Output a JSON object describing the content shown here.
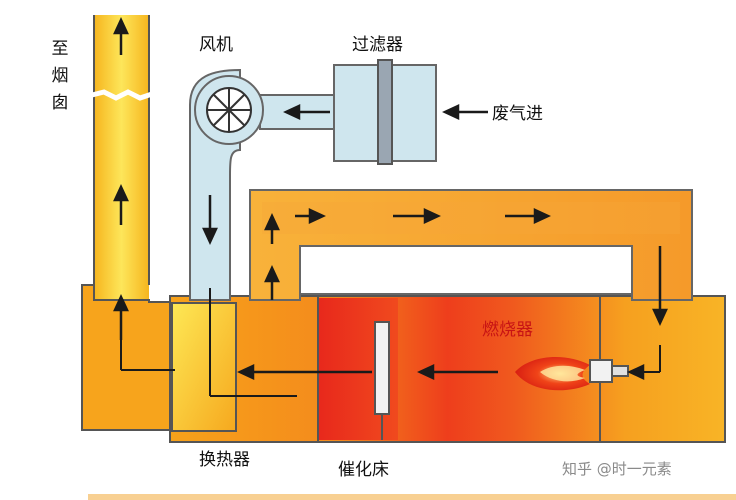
{
  "labels": {
    "chimney": "至烟囱",
    "fan": "风机",
    "filter": "过滤器",
    "exhaust_in": "废气进",
    "burner": "燃烧器",
    "heat_exchanger": "换热器",
    "catalytic_bed": "催化床"
  },
  "watermark": "知乎 @时一元素",
  "colors": {
    "hot": "#e8281c",
    "warm": "#f7a21a",
    "cool": "#fde04a",
    "air_duct": "#cfe6ee",
    "outline": "#444444",
    "arrow": "#1a1a1a"
  },
  "icons": [
    "fan-icon",
    "burner-flame-icon"
  ]
}
